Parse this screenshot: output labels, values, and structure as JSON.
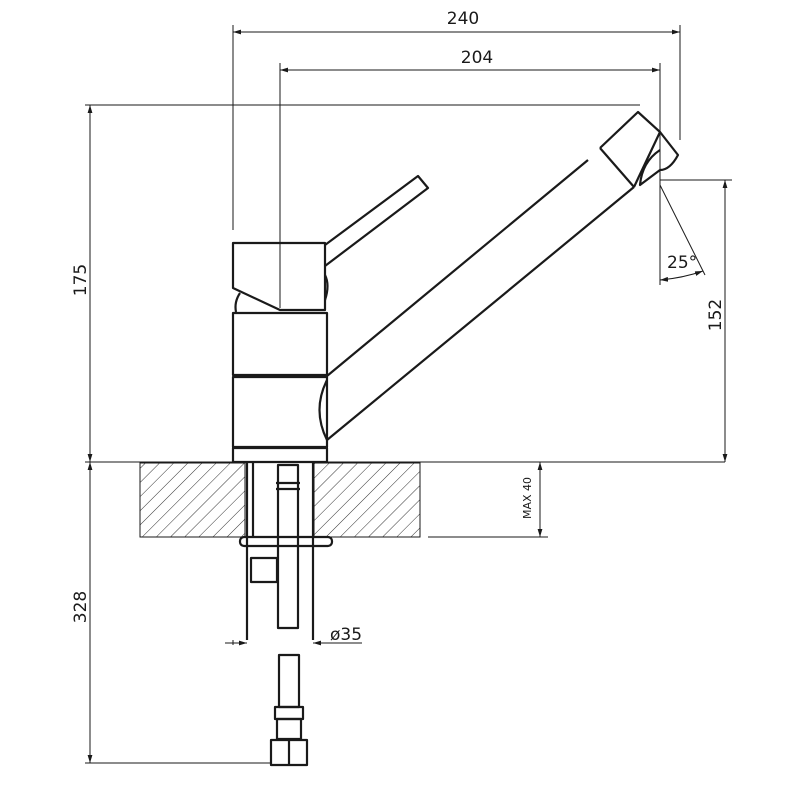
{
  "title": "Kitchen faucet dimension drawing",
  "dimensions": {
    "overall_reach": "240",
    "spout_reach": "204",
    "overall_height": "175",
    "spout_outlet_height": "152",
    "below_counter_length": "328",
    "counter_thickness": "MAX 40",
    "shank_diameter": "ø35",
    "spout_tilt_angle": "25°"
  },
  "colors": {
    "line": "#1a1a1a",
    "background": "#ffffff"
  }
}
